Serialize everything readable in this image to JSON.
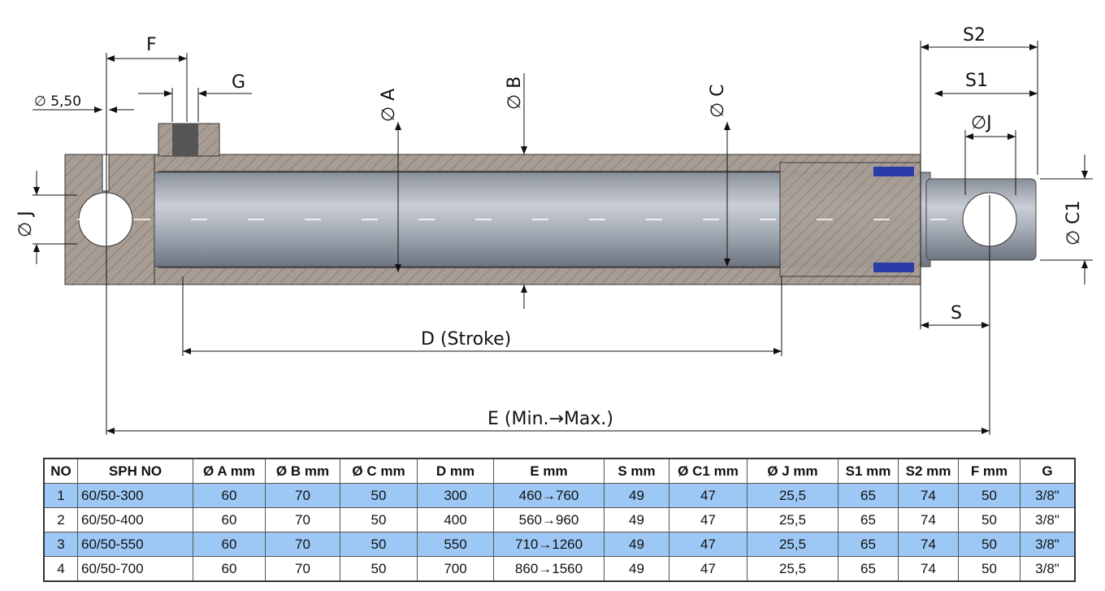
{
  "drawing": {
    "labels": {
      "F": "F",
      "G": "G",
      "dia_5_50": "∅ 5,50",
      "dia_A": "∅ A",
      "dia_B": "∅ B",
      "dia_C": "∅ C",
      "S2": "S2",
      "S1": "S1",
      "dia_J_right": "∅J",
      "dia_J_left": "∅ J",
      "dia_C1": "∅ C1",
      "S": "S",
      "D": "D (Stroke)",
      "E": "E (Min.→Max.)"
    }
  },
  "table": {
    "headers": [
      "NO",
      "SPH NO",
      "Ø A mm",
      "Ø B mm",
      "Ø C mm",
      "D mm",
      "E mm",
      "S mm",
      "Ø C1 mm",
      "Ø J mm",
      "S1 mm",
      "S2 mm",
      "F mm",
      "G"
    ],
    "rows": [
      [
        "1",
        "60/50-300",
        "60",
        "70",
        "50",
        "300",
        "460→760",
        "49",
        "47",
        "25,5",
        "65",
        "74",
        "50",
        "3/8\""
      ],
      [
        "2",
        "60/50-400",
        "60",
        "70",
        "50",
        "400",
        "560→960",
        "49",
        "47",
        "25,5",
        "65",
        "74",
        "50",
        "3/8\""
      ],
      [
        "3",
        "60/50-550",
        "60",
        "70",
        "50",
        "550",
        "710→1260",
        "49",
        "47",
        "25,5",
        "65",
        "74",
        "50",
        "3/8\""
      ],
      [
        "4",
        "60/50-700",
        "60",
        "70",
        "50",
        "700",
        "860→1560",
        "49",
        "47",
        "25,5",
        "65",
        "74",
        "50",
        "3/8\""
      ]
    ],
    "highlight_color": "#9dc8f5"
  }
}
